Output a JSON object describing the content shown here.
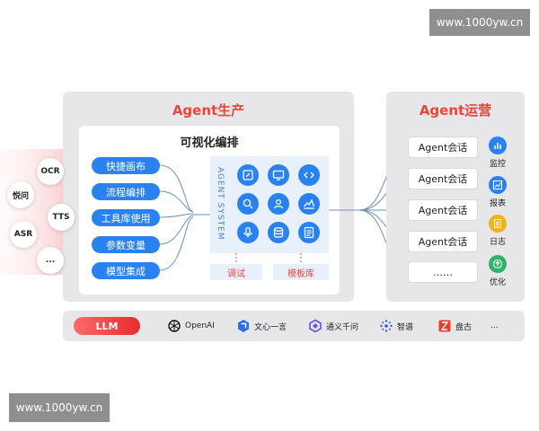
{
  "watermark": {
    "text": "www.1000yw.cn"
  },
  "generation": {
    "title": "Agent生产",
    "inner_title": "可视化编排",
    "pills": [
      "快捷画布",
      "流程编排",
      "工具库使用",
      "参数变量",
      "模型集成"
    ],
    "system_label": "AGENT SYSTEM",
    "icons": [
      "edit-icon",
      "monitor-icon",
      "code-icon",
      "search-icon",
      "user-voice-icon",
      "chart-peak-icon",
      "microphone-icon",
      "database-icon",
      "document-icon"
    ],
    "tabs": [
      "调试",
      "模板库"
    ]
  },
  "inputs": [
    "OCR",
    "悦问",
    "TTS",
    "ASR",
    "..."
  ],
  "operations": {
    "title": "Agent运营",
    "agents": [
      "Agent会话",
      "Agent会话",
      "Agent会话",
      "Agent会话",
      "……"
    ],
    "features": [
      {
        "label": "监控",
        "icon": "bar-chart-icon",
        "color": "#2a82f0"
      },
      {
        "label": "报表",
        "icon": "line-chart-icon",
        "color": "#2a82f0"
      },
      {
        "label": "日志",
        "icon": "log-icon",
        "color": "#f2b21c"
      },
      {
        "label": "优化",
        "icon": "upgrade-icon",
        "color": "#2fb36b"
      }
    ]
  },
  "llm": {
    "label": "LLM",
    "models": [
      "OpenAI",
      "文心一言",
      "通义千问",
      "智谱",
      "盘古",
      "..."
    ],
    "colors": {
      "openai": "#111111",
      "wenxin": "#2a6fe0",
      "tongyi": "#6b4fd8",
      "zhipu": "#2c5fd8",
      "pangu": "#e83e2f"
    }
  }
}
